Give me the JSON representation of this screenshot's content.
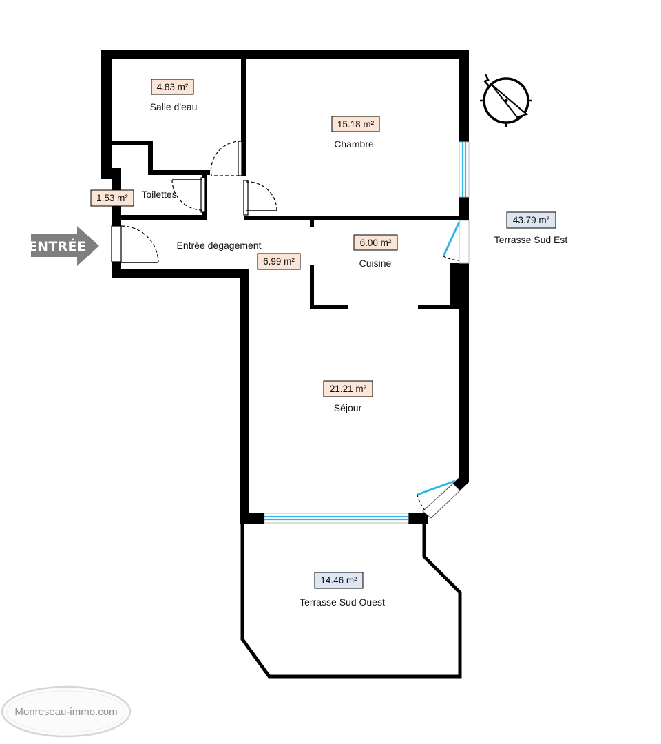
{
  "entry_label": "ENTRÉE",
  "watermark": "Monreseau-immo.com",
  "compass": {
    "icon": "compass-north-icon"
  },
  "colors": {
    "wall": "#000000",
    "window": "#33b5e5",
    "interior_area_fill": "#fbe5d6",
    "exterior_area_fill": "#dde6f1",
    "entry_arrow": "#7f7f7f"
  },
  "rooms": {
    "salle_d_eau": {
      "name": "Salle d'eau",
      "area": "4.83 m²",
      "type": "interior"
    },
    "chambre": {
      "name": "Chambre",
      "area": "15.18 m²",
      "type": "interior"
    },
    "toilettes": {
      "name": "Toilettes",
      "area": "1.53 m²",
      "type": "interior"
    },
    "entree_degagement": {
      "name": "Entrée dégagement",
      "area": "6.99 m²",
      "type": "interior"
    },
    "cuisine": {
      "name": "Cuisine",
      "area": "6.00 m²",
      "type": "interior"
    },
    "sejour": {
      "name": "Séjour",
      "area": "21.21 m²",
      "type": "interior"
    },
    "terrasse_sud_est": {
      "name": "Terrasse Sud Est",
      "area": "43.79 m²",
      "type": "exterior"
    },
    "terrasse_sud_ouest": {
      "name": "Terrasse Sud Ouest",
      "area": "14.46 m²",
      "type": "exterior"
    }
  }
}
